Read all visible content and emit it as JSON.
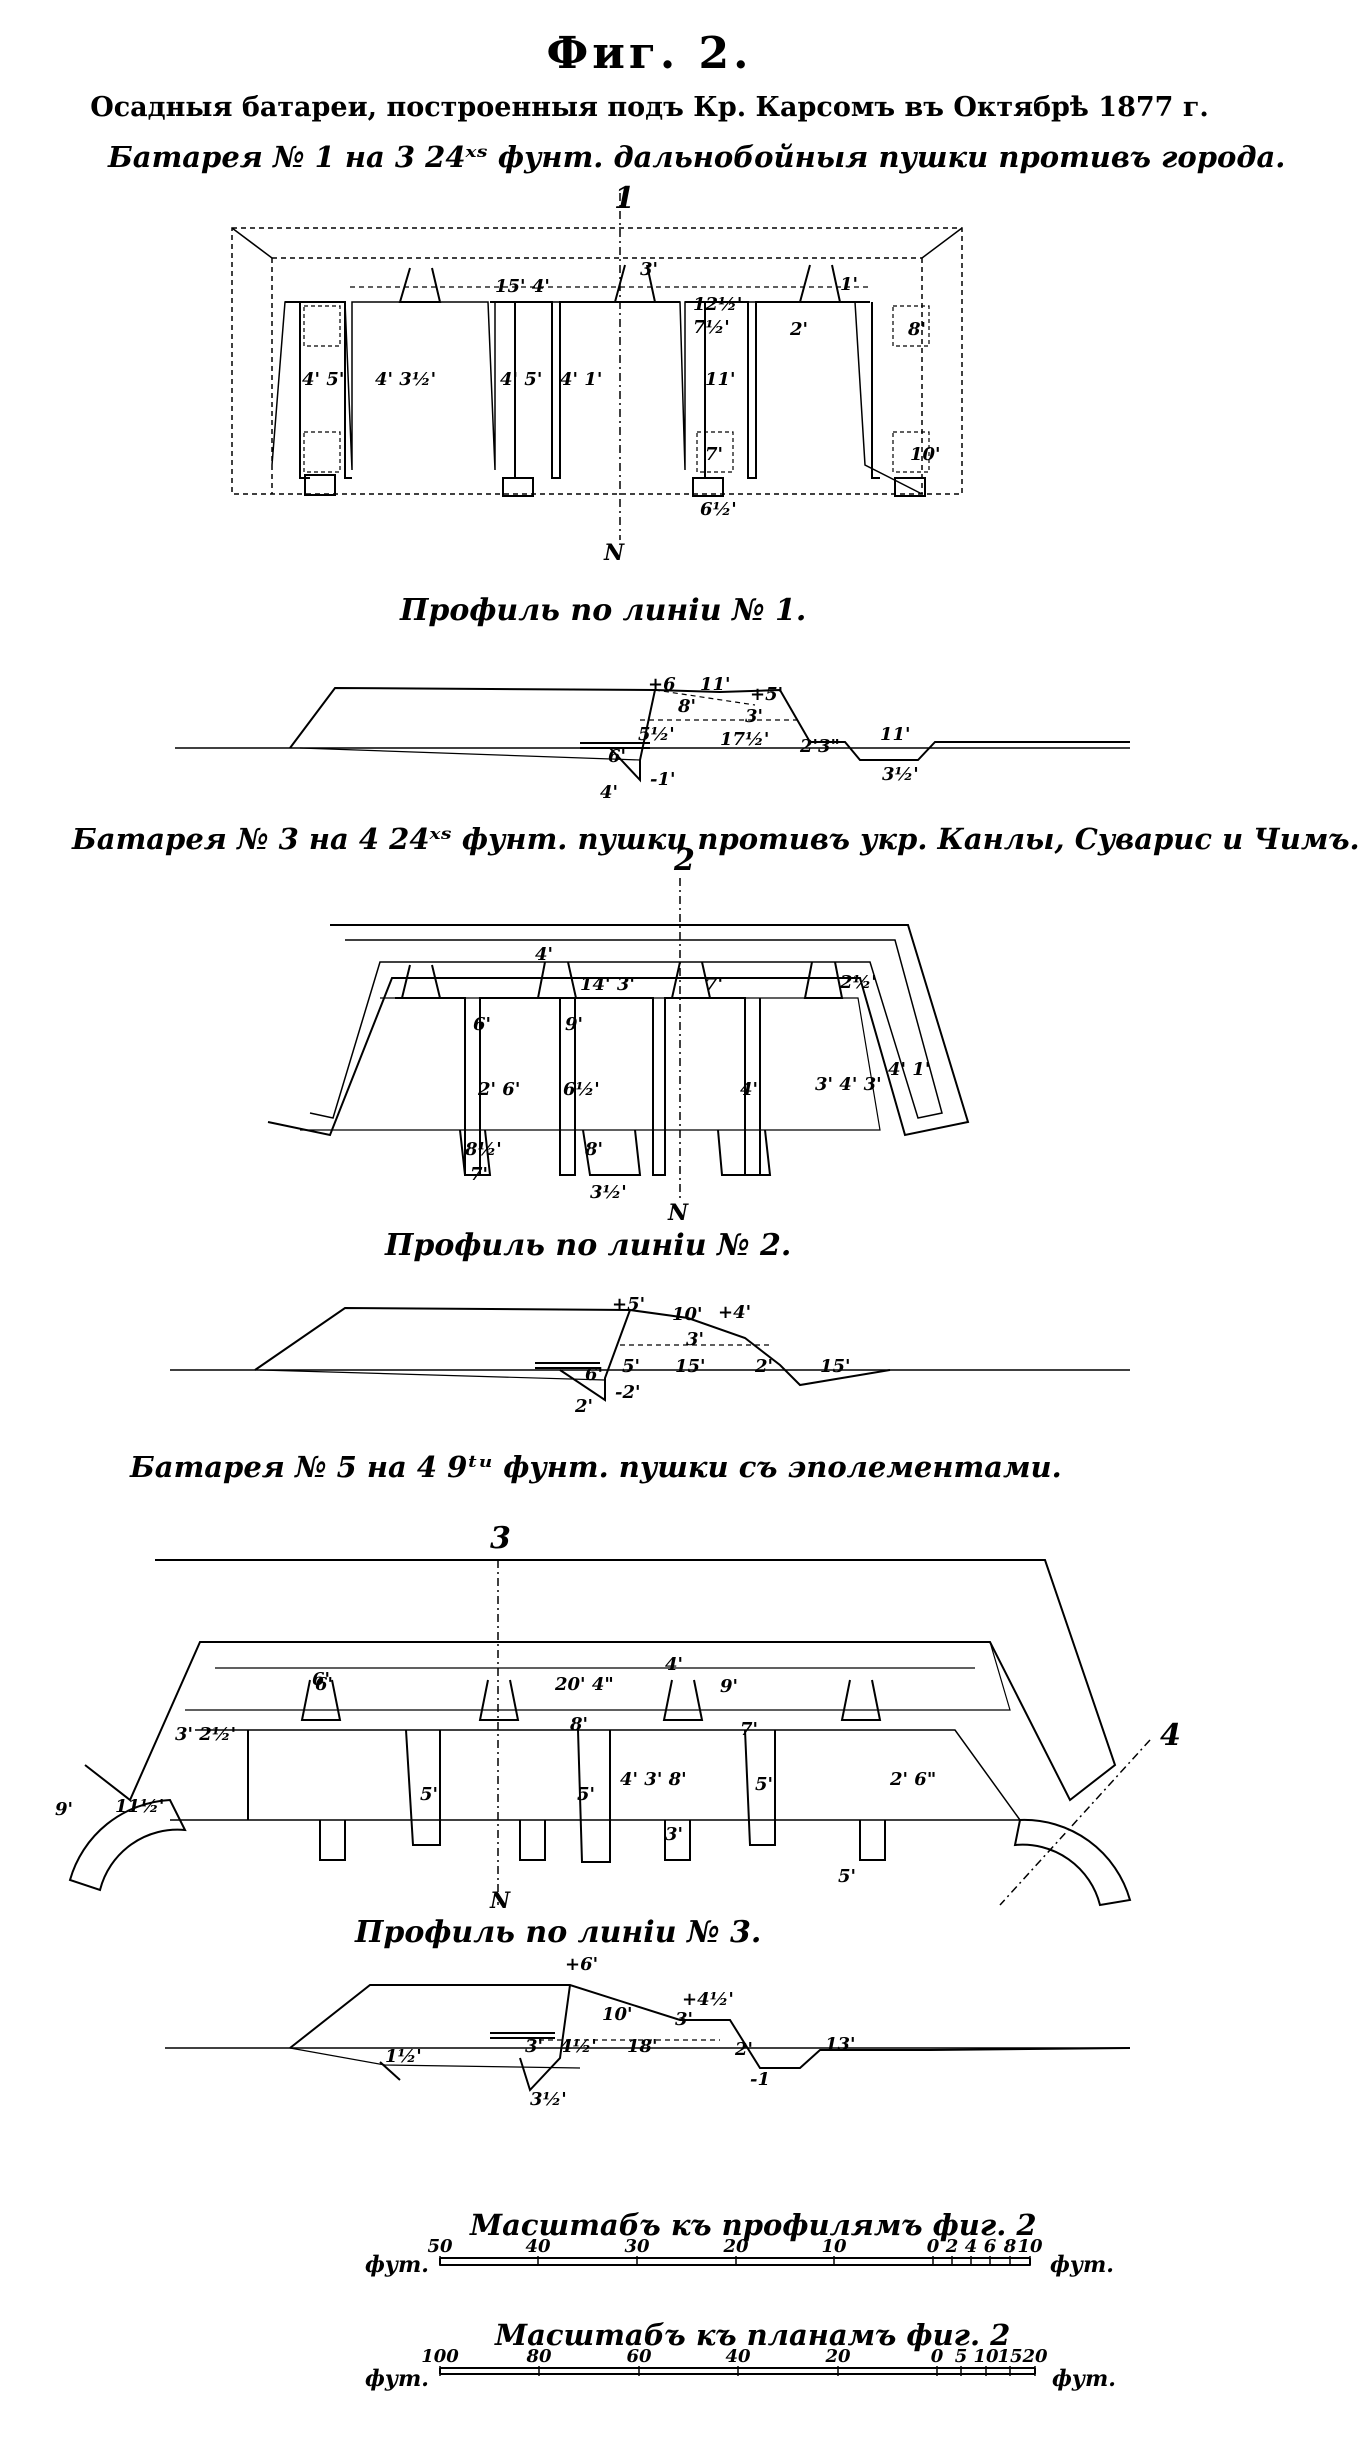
{
  "figure_title": "Фиг. 2.",
  "subtitle": "Осадныя батареи, построенныя подъ Кр. Карсомъ въ Октябрѣ 1877 г.",
  "battery1": {
    "heading": "Батарея № 1 на 3 24ˣˢ фунт. дальнобойныя пушки противъ города.",
    "section_mark": "1",
    "north": "N",
    "dims": [
      "15' 4'",
      "4' 5'",
      "4' 3½'",
      "4' 5'",
      "4' 1'",
      "11'",
      "12½'",
      "7½'",
      "2'",
      "3'",
      "8'",
      "7'",
      "10'",
      "6½'",
      "1'"
    ],
    "profile_title": "Профиль по линіи № 1.",
    "profile_dims": [
      "+6",
      "11'",
      "+5'",
      "8'",
      "3'",
      "5½'",
      "17½'",
      "2'3\"",
      "11'",
      "6'",
      "-1'",
      "4'",
      "3½'"
    ]
  },
  "battery3": {
    "heading": "Батарея № 3 на 4 24ˣˢ фунт. пушки противъ укр. Канлы, Суварис и Чимъ.",
    "section_mark": "2",
    "north": "N",
    "dims": [
      "4'",
      "14' 3'",
      "7'",
      "2½'",
      "6'",
      "9'",
      "2' 6'",
      "6½'",
      "4'",
      "3' 4' 3'",
      "4' 1'",
      "8½'",
      "8'",
      "7'",
      "3½'"
    ],
    "profile_title": "Профиль по линіи № 2.",
    "profile_dims": [
      "+5'",
      "10'",
      "+4'",
      "3'",
      "5'",
      "15'",
      "2'",
      "15'",
      "6'",
      "-2'",
      "2'"
    ]
  },
  "battery5": {
    "heading": "Батарея № 5 на 4 9ᵗᵘ фунт. пушки съ эполементами.",
    "section_mark": "3",
    "section_mark_2": "4",
    "north": "N",
    "dims": [
      "20' 4\"",
      "6'",
      "9'",
      "4'",
      "3' 2½'",
      "4' 3' 8'",
      "2' 6\"",
      "11½'",
      "9'",
      "6'",
      "8'",
      "5'",
      "5'",
      "5'",
      "7'",
      "3'",
      "5'"
    ],
    "profile_title": "Профиль по линіи № 3.",
    "profile_dims": [
      "+6'",
      "+4½'",
      "10'",
      "3'",
      "18'",
      "2'",
      "13'",
      "3'",
      "4½'",
      "1½'",
      "3½'",
      "-1"
    ]
  },
  "scale_profiles": {
    "title": "Масштабъ къ профилямъ фиг. 2",
    "left_unit": "фут.",
    "right_unit": "фут.",
    "ticks": [
      "50",
      "40",
      "30",
      "20",
      "10",
      "0",
      "2",
      "4",
      "6",
      "8",
      "10"
    ]
  },
  "scale_plans": {
    "title": "Масштабъ къ планамъ фиг. 2",
    "left_unit": "фут.",
    "right_unit": "фут.",
    "ticks": [
      "100",
      "80",
      "60",
      "40",
      "20",
      "0",
      "5",
      "10",
      "15",
      "20"
    ]
  }
}
